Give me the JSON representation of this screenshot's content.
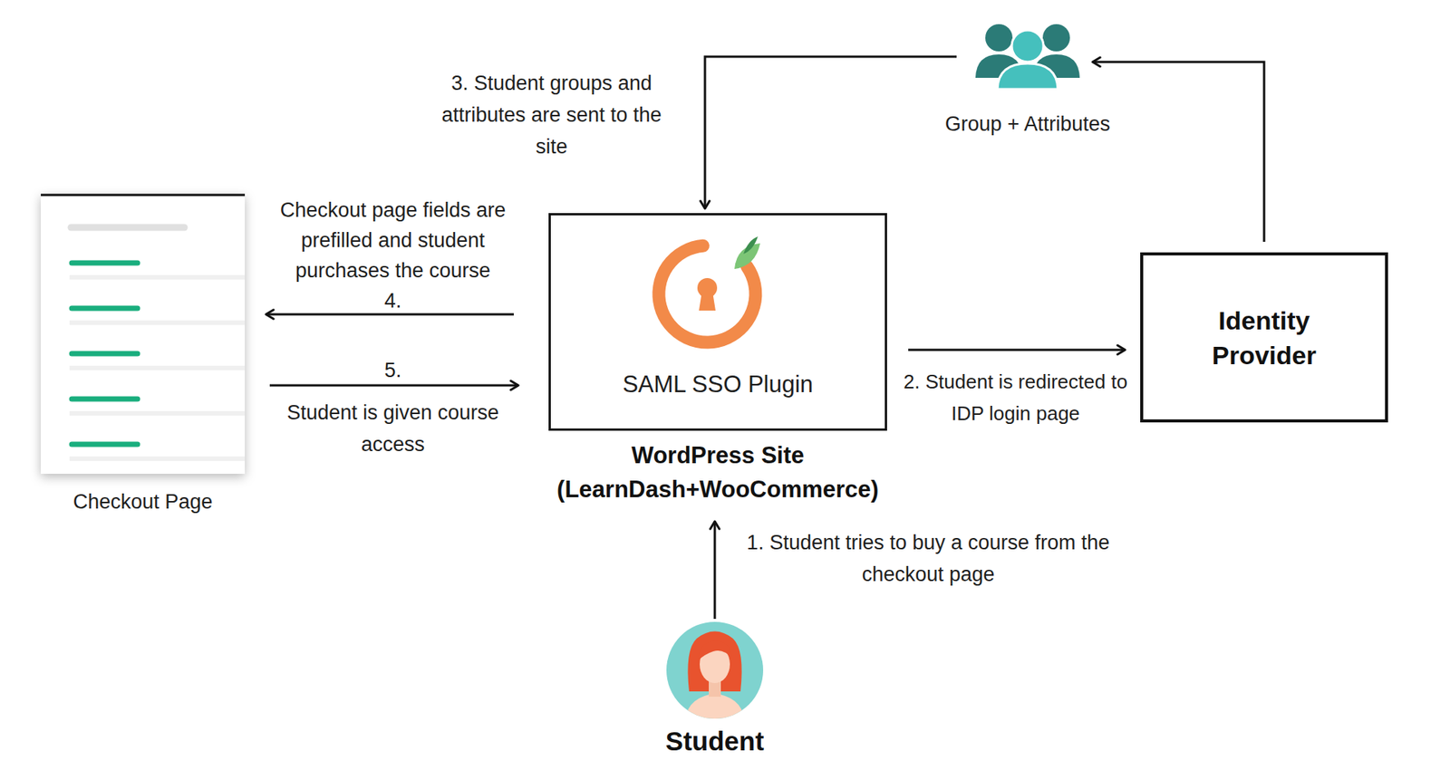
{
  "diagram": {
    "nodes": [
      {
        "text": [
          "Checkout Page"
        ]
      },
      {
        "text": [
          "SAML SSO Plugin",
          "WordPress Site (LearnDash+WooCommerce)"
        ]
      },
      {
        "text": [
          "Identity Provider"
        ]
      },
      {
        "text": [
          "Group + Attributes"
        ]
      },
      {
        "text": [
          "Student"
        ]
      }
    ],
    "edges": [
      {
        "from": 4,
        "to": 1,
        "arrow": "to",
        "label": "1. Student tries to buy a course from the checkout page"
      },
      {
        "from": 1,
        "to": 2,
        "arrow": "to",
        "label": "2. Student is redirected to IDP login page"
      },
      {
        "from": 2,
        "to": 3,
        "arrow": "to"
      },
      {
        "from": 3,
        "to": 1,
        "arrow": "to",
        "label": "3. Student groups and attributes are sent to the site"
      },
      {
        "from": 1,
        "to": 0,
        "arrow": "to",
        "label": "4."
      },
      {
        "from": 0,
        "to": 1,
        "arrow": "to",
        "label": "5."
      }
    ],
    "labels": [
      "Checkout page fields are prefilled and student purchases the course",
      "Student is given course access"
    ]
  }
}
